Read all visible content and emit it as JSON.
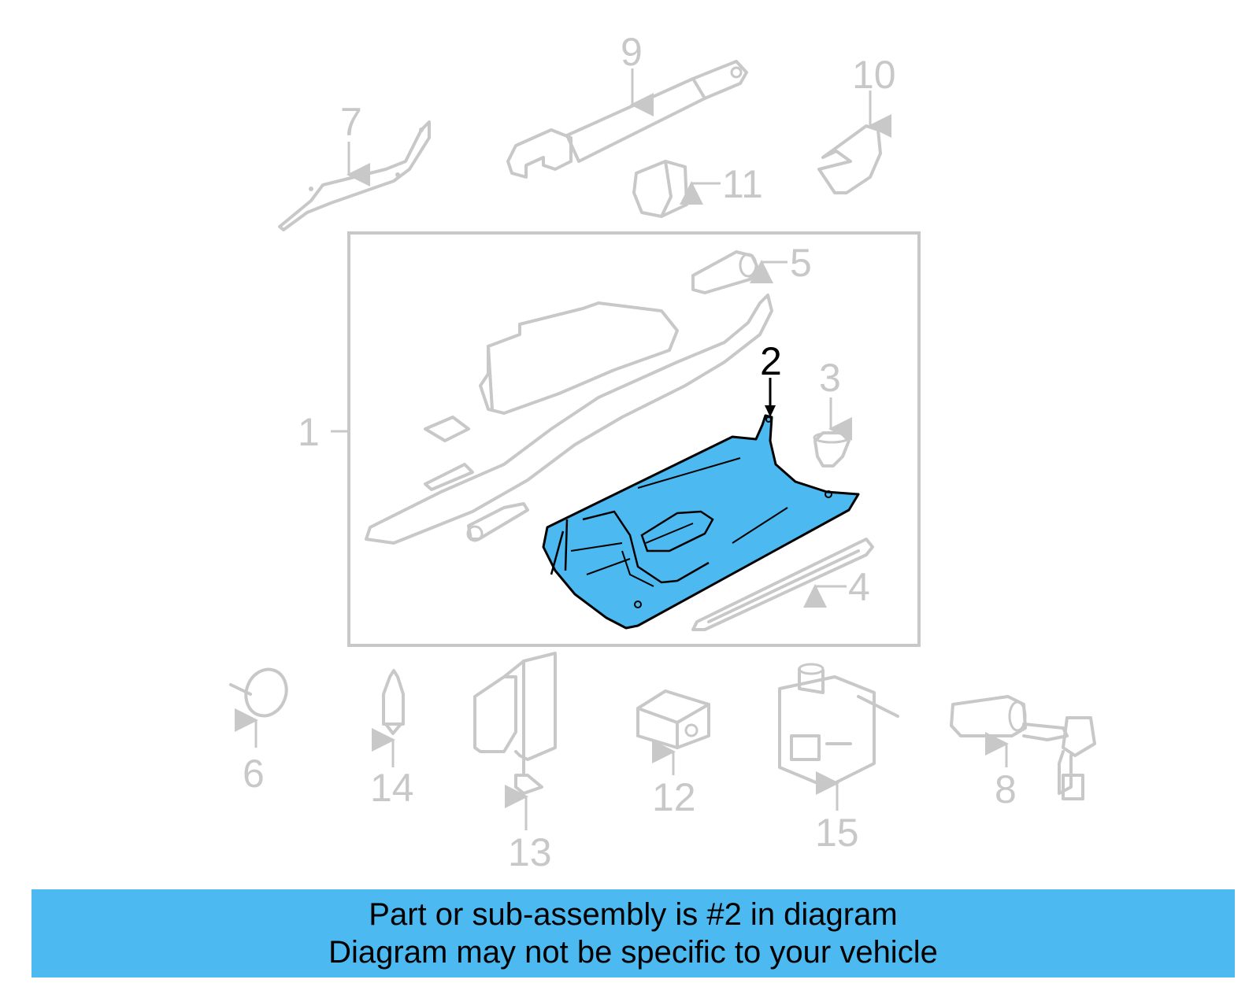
{
  "diagram": {
    "labels": {
      "p1": "1",
      "p2": "2",
      "p3": "3",
      "p4": "4",
      "p5": "5",
      "p6": "6",
      "p7": "7",
      "p8": "8",
      "p9": "9",
      "p10": "10",
      "p11": "11",
      "p12": "12",
      "p13": "13",
      "p14": "14",
      "p15": "15"
    },
    "highlighted_part": "2",
    "colors": {
      "highlight": "#4cb9f0",
      "muted_line": "#c8c8c8",
      "outline": "#000000"
    }
  },
  "banner": {
    "line1": "Part or sub-assembly is #2 in diagram",
    "line2": "Diagram may not be specific to your vehicle",
    "background": "#4cb9f0"
  }
}
